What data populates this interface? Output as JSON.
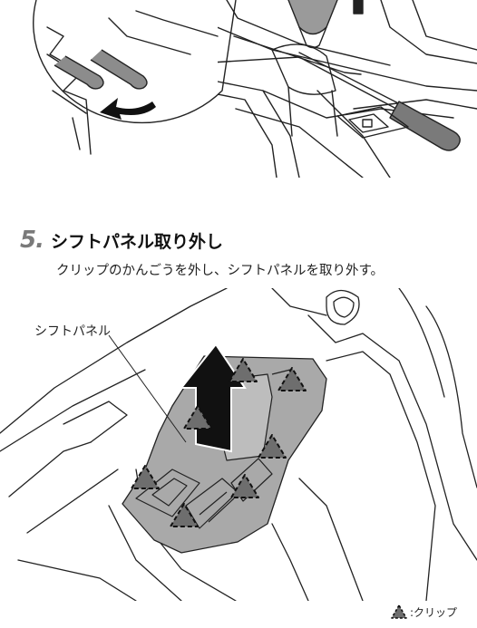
{
  "step": {
    "number": "5.",
    "title": "シフトパネル取り外し",
    "description": "クリップのかんごうを外し、シフトパネルを取り外す。"
  },
  "figure_bottom": {
    "callout_label": "シフトパネル"
  },
  "legend": {
    "text": ":クリップ",
    "icon": "clip-triangle-icon"
  },
  "colors": {
    "panel_fill": "#a9a9a9",
    "clip_fill": "#6e6e6e",
    "line": "#222222"
  }
}
